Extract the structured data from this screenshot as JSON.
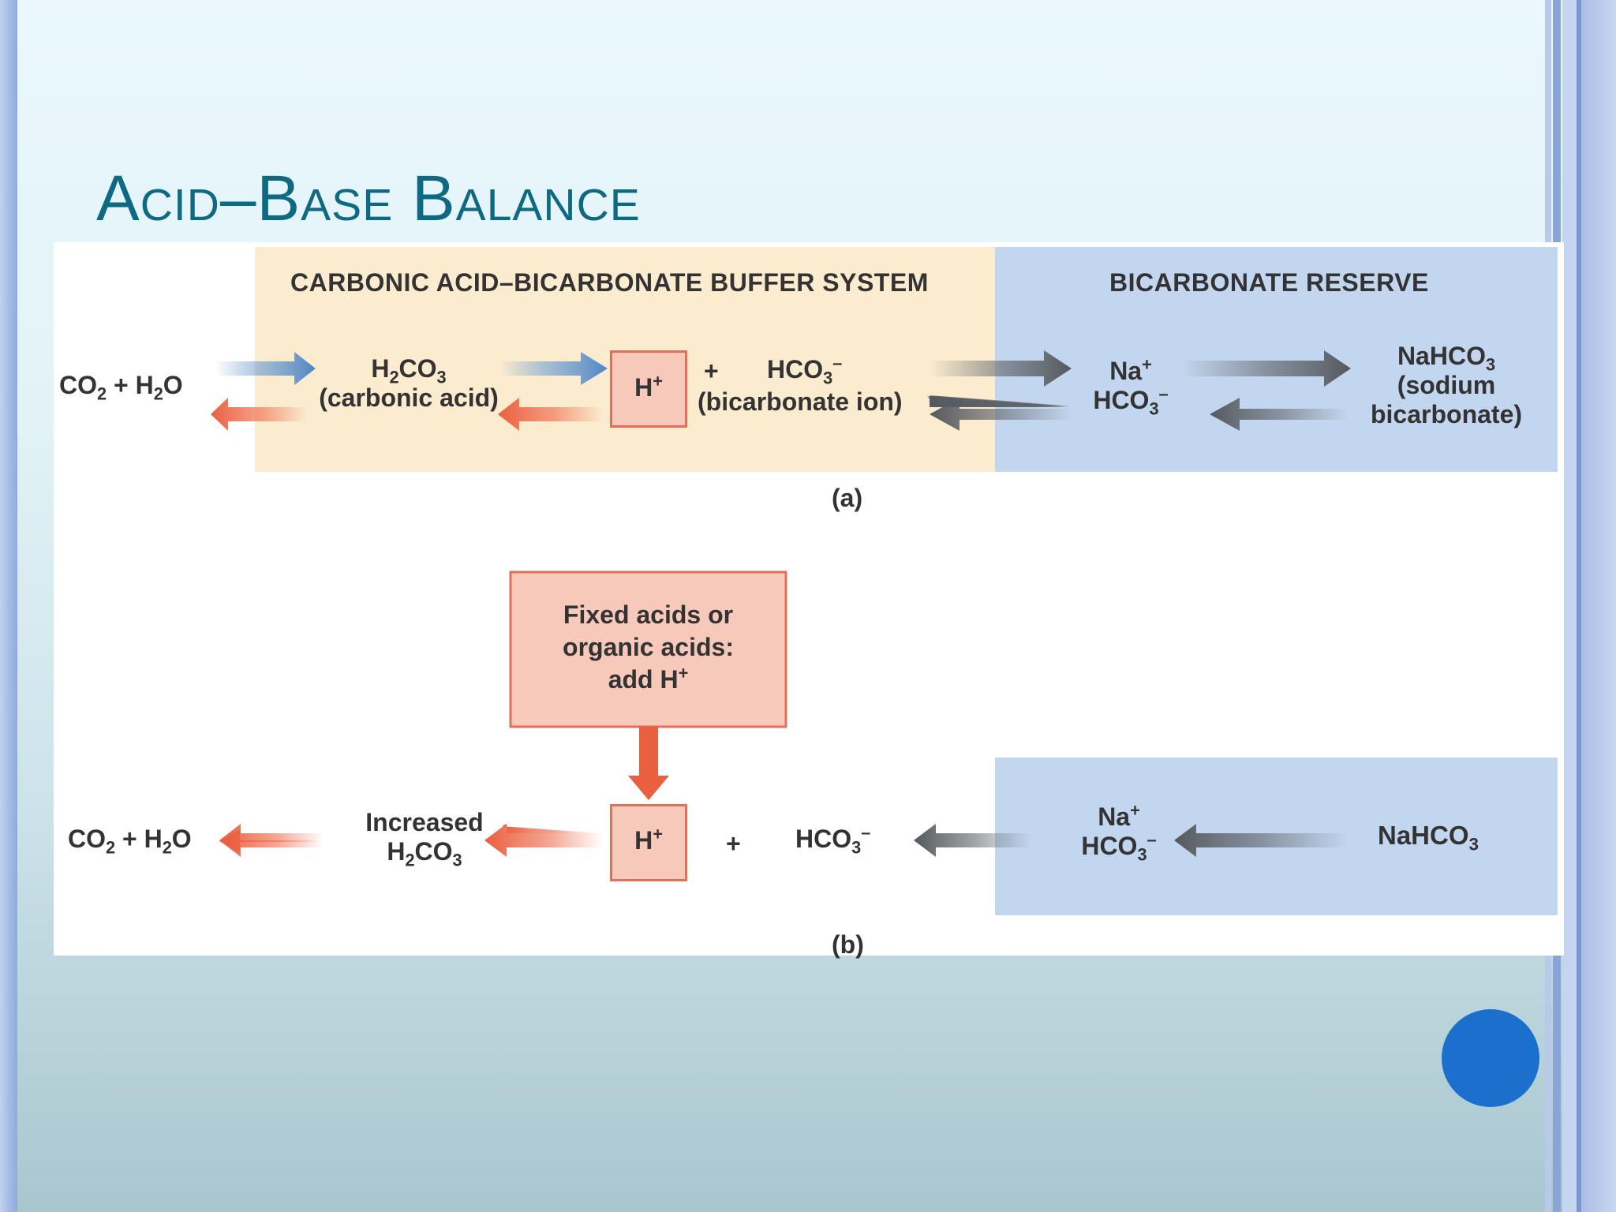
{
  "slide": {
    "title": "Acid–Base Balance",
    "colors": {
      "title": "#0d6a82",
      "buffer_panel": "#fbeccf",
      "reserve_panel": "#c3d6ef",
      "arrow_blue": "#5a8fc8",
      "arrow_red": "#ee6a4a",
      "arrow_gray": "#5f6468",
      "h_box_fill": "#f7c9bb",
      "h_box_border": "#e0705a",
      "dot": "#1a70cc"
    }
  },
  "figure": {
    "panel_a": {
      "buffer_header": "CARBONIC ACID–BICARBONATE BUFFER SYSTEM",
      "reserve_header": "BICARBONATE RESERVE",
      "co2_prefix": "CO",
      "co2_sub": "2",
      "co2_mid": " + H",
      "co2_sub2": "2",
      "co2_suffix": "O",
      "h2co3_h": "H",
      "h2co3_sub1": "2",
      "h2co3_co": "CO",
      "h2co3_sub2": "3",
      "h2co3_name": "(carbonic acid)",
      "h_plus": "H",
      "h_plus_sup": "+",
      "plus": "+",
      "hco3": "HCO",
      "hco3_sub": "3",
      "hco3_sup": "–",
      "hco3_name": "(bicarbonate ion)",
      "na": "Na",
      "na_sup": "+",
      "res_hco3": "HCO",
      "res_hco3_sub": "3",
      "res_hco3_sup": "–",
      "nahco3": "NaHCO",
      "nahco3_sub": "3",
      "nahco3_line2": "(sodium",
      "nahco3_line3": "bicarbonate)",
      "label": "(a)"
    },
    "panel_b": {
      "fixed_line1": "Fixed acids or",
      "fixed_line2": "organic acids:",
      "fixed_line3": "add H",
      "fixed_sup": "+",
      "co2_prefix": "CO",
      "co2_sub": "2",
      "co2_mid": " + H",
      "co2_sub2": "2",
      "co2_suffix": "O",
      "increased": "Increased",
      "h2co3_h": "H",
      "h2co3_sub1": "2",
      "h2co3_co": "CO",
      "h2co3_sub2": "3",
      "h_plus": "H",
      "h_plus_sup": "+",
      "plus": "+",
      "hco3": "HCO",
      "hco3_sub": "3",
      "hco3_sup": "–",
      "na": "Na",
      "na_sup": "+",
      "res_hco3": "HCO",
      "res_hco3_sub": "3",
      "res_hco3_sup": "–",
      "nahco3": "NaHCO",
      "nahco3_sub": "3",
      "label": "(b)"
    }
  }
}
